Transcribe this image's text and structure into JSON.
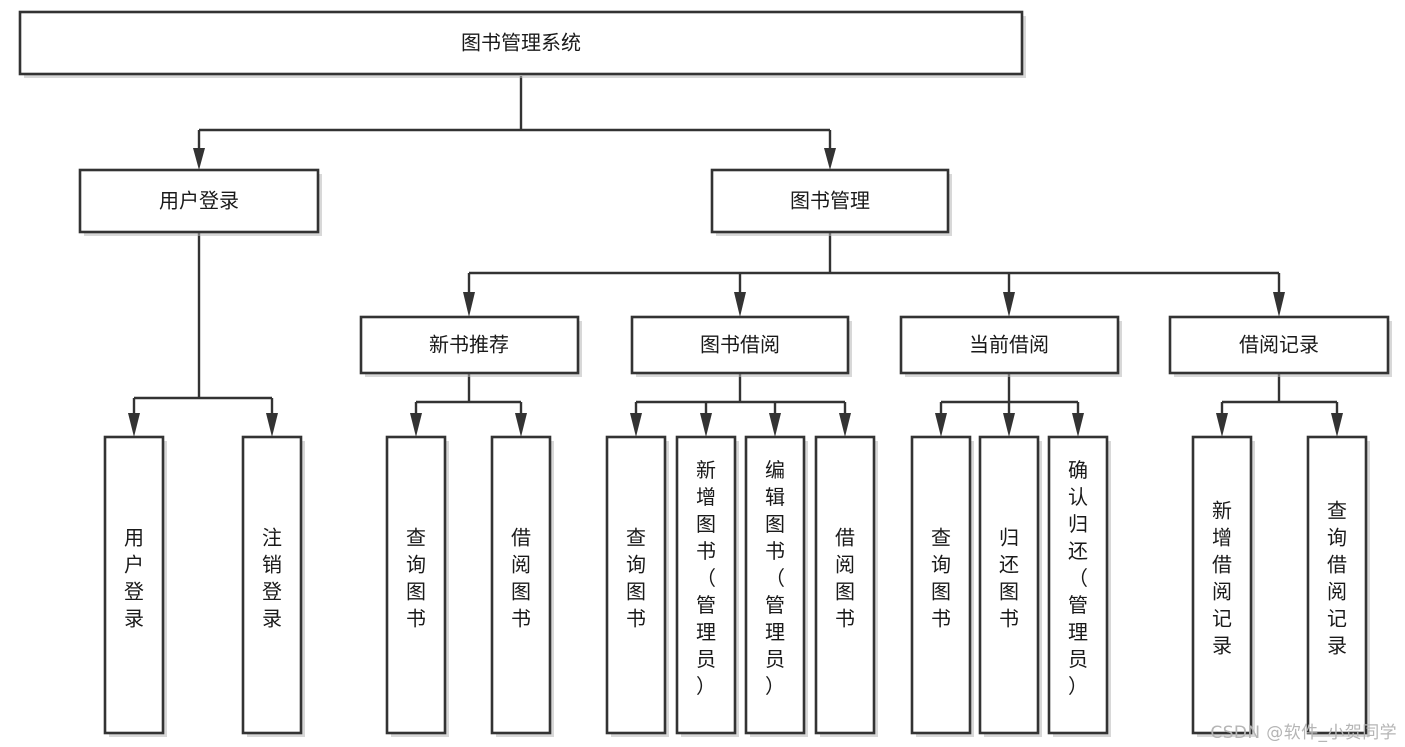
{
  "diagram": {
    "title": "图书管理系统",
    "type": "tree-hierarchy",
    "watermark": "CSDN @软件_小贺同学",
    "colors": {
      "box_fill": "#ffffff",
      "box_stroke": "#333333",
      "line": "#333333",
      "text": "#1a1a1a",
      "watermark": "#b5b5b5",
      "background": "#ffffff"
    },
    "levels": {
      "level0": [
        {
          "id": "root",
          "label": "图书管理系统"
        }
      ],
      "level1": [
        {
          "id": "user-login",
          "label": "用户登录",
          "parent": "root"
        },
        {
          "id": "book-manage",
          "label": "图书管理",
          "parent": "root"
        }
      ],
      "level2": [
        {
          "id": "new-book-rec",
          "label": "新书推荐",
          "parent": "book-manage"
        },
        {
          "id": "book-borrow",
          "label": "图书借阅",
          "parent": "book-manage"
        },
        {
          "id": "current-borrow",
          "label": "当前借阅",
          "parent": "book-manage"
        },
        {
          "id": "borrow-record",
          "label": "借阅记录",
          "parent": "book-manage"
        }
      ],
      "leaves": [
        {
          "id": "leaf-user-login",
          "label": "用户登录",
          "parent": "user-login"
        },
        {
          "id": "leaf-logout-login",
          "label": "注销登录",
          "parent": "user-login"
        },
        {
          "id": "leaf-query-book-1",
          "label": "查询图书",
          "parent": "new-book-rec"
        },
        {
          "id": "leaf-borrow-book-1",
          "label": "借阅图书",
          "parent": "new-book-rec"
        },
        {
          "id": "leaf-query-book-2",
          "label": "查询图书",
          "parent": "book-borrow"
        },
        {
          "id": "leaf-add-book",
          "label": "新增图书（管理员）",
          "parent": "book-borrow"
        },
        {
          "id": "leaf-edit-book",
          "label": "编辑图书（管理员）",
          "parent": "book-borrow"
        },
        {
          "id": "leaf-borrow-book-2",
          "label": "借阅图书",
          "parent": "book-borrow"
        },
        {
          "id": "leaf-query-book-3",
          "label": "查询图书",
          "parent": "current-borrow"
        },
        {
          "id": "leaf-return-book",
          "label": "归还图书",
          "parent": "current-borrow"
        },
        {
          "id": "leaf-confirm-return",
          "label": "确认归还（管理员）",
          "parent": "current-borrow"
        },
        {
          "id": "leaf-add-record",
          "label": "新增借阅记录",
          "parent": "borrow-record"
        },
        {
          "id": "leaf-query-record",
          "label": "查询借阅记录",
          "parent": "borrow-record"
        }
      ]
    }
  }
}
